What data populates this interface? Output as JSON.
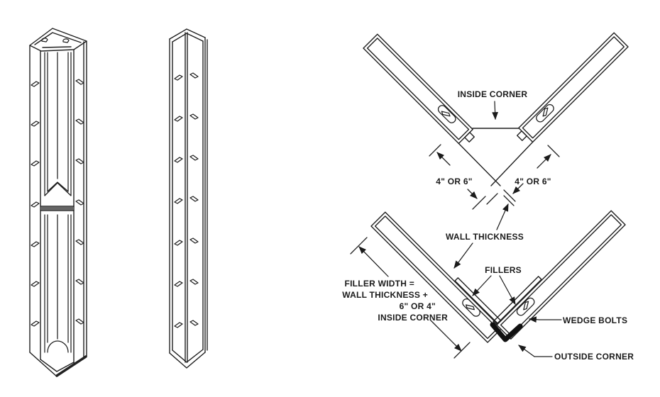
{
  "page": {
    "background": "#ffffff",
    "ink_color": "#1f1f1f"
  },
  "labels": {
    "inside_corner_top": "INSIDE CORNER",
    "dim_left": "4\" OR 6\"",
    "dim_right": "4\" OR 6\"",
    "wall_thickness": "WALL THICKNESS",
    "fillers": "FILLERS",
    "filler_width_lines": [
      "FILLER WIDTH =",
      "WALL THICKNESS +",
      "6\" OR 4\"",
      "INSIDE CORNER"
    ],
    "wedge_bolts": "WEDGE BOLTS",
    "outside_corner": "OUTSIDE CORNER"
  }
}
